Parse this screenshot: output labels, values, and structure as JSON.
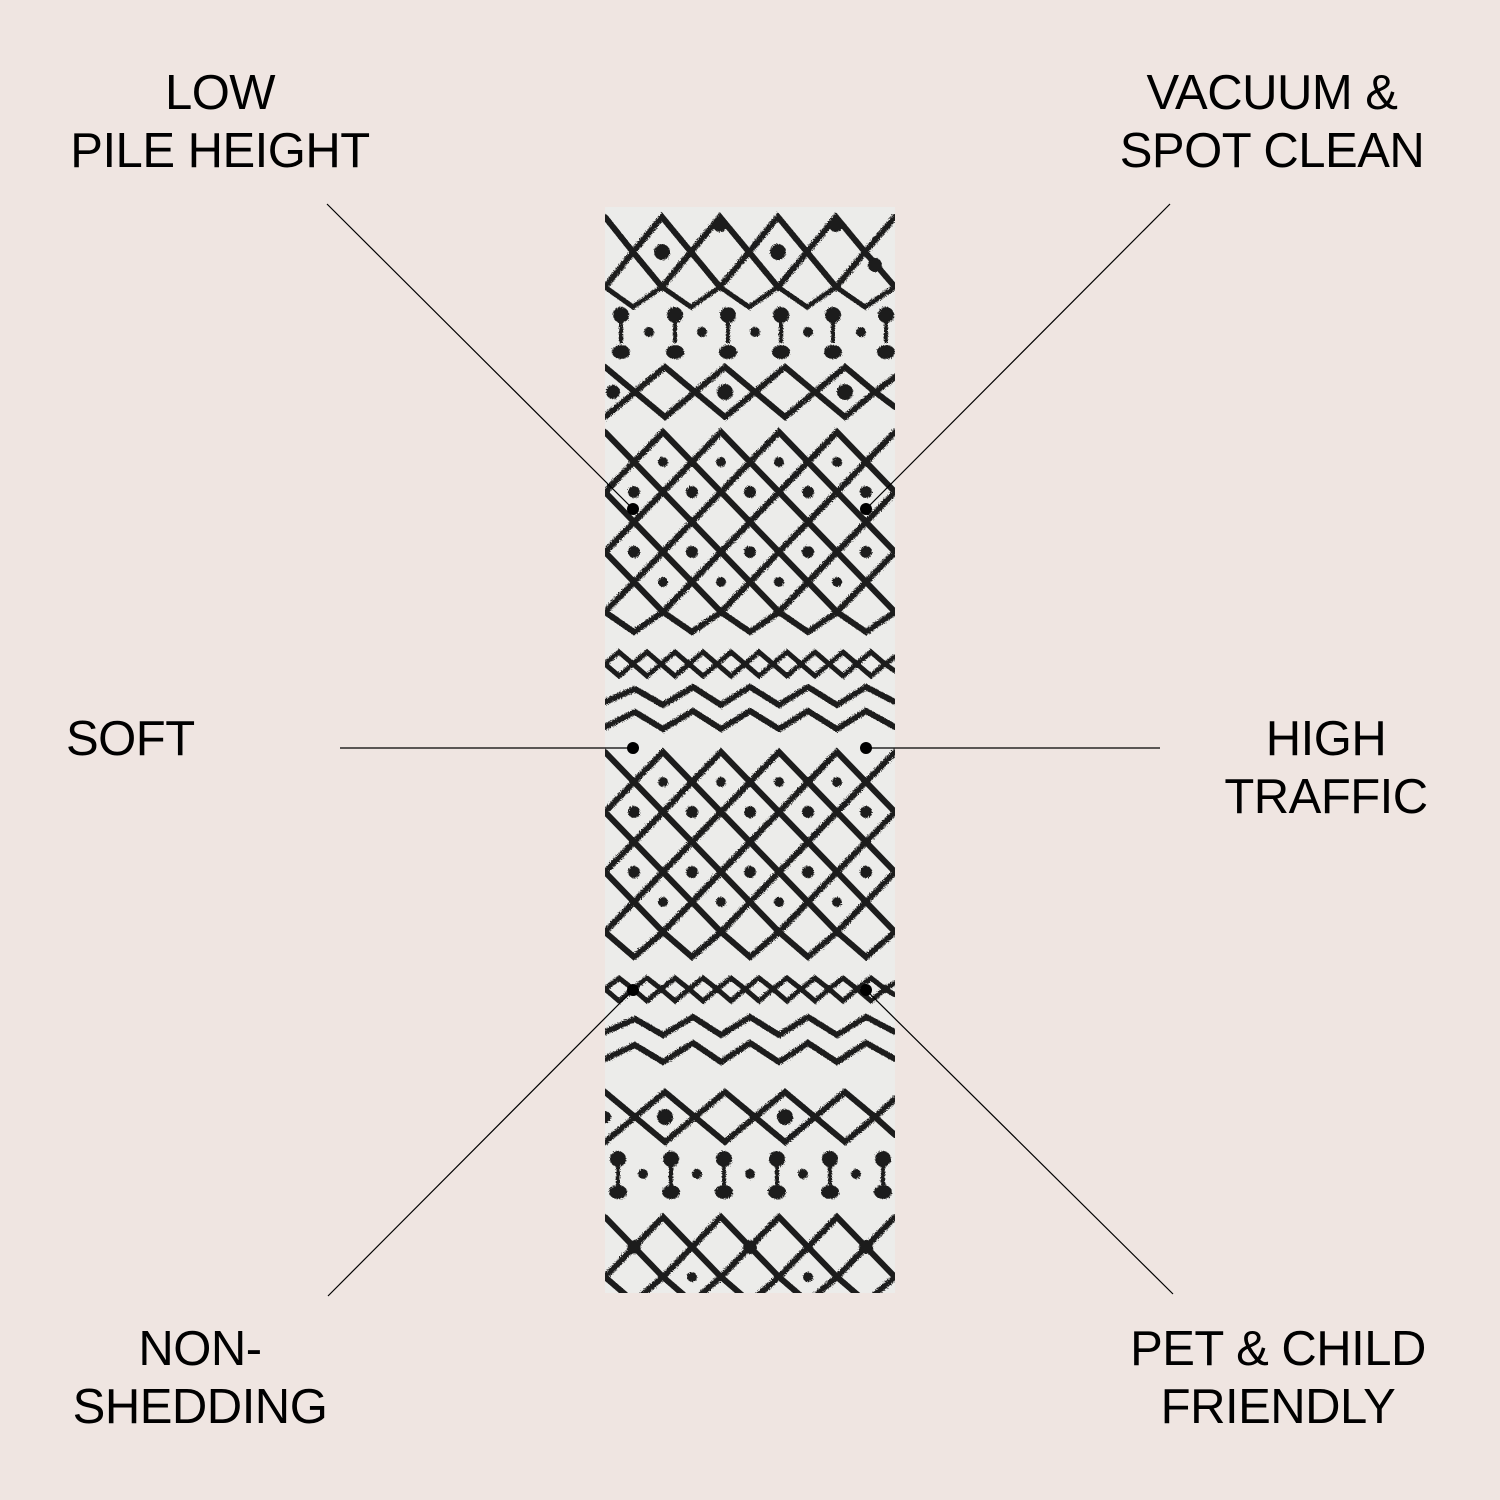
{
  "infographic": {
    "background_color": "#efe5e1",
    "product": {
      "type": "runner rug",
      "pattern": "black and ivory Moroccan trellis / diamond and zigzag",
      "colors": {
        "base": "#ececea",
        "pattern": "#1a1a1a"
      }
    },
    "features": [
      {
        "id": "low-pile",
        "lines": [
          "LOW",
          "PILE HEIGHT"
        ],
        "position": "top-left"
      },
      {
        "id": "vacuum",
        "lines": [
          "VACUUM &",
          "SPOT CLEAN"
        ],
        "position": "top-right"
      },
      {
        "id": "soft",
        "lines": [
          "SOFT"
        ],
        "position": "middle-left"
      },
      {
        "id": "high-traffic",
        "lines": [
          "HIGH",
          "TRAFFIC"
        ],
        "position": "middle-right"
      },
      {
        "id": "non-shedding",
        "lines": [
          "NON-",
          "SHEDDING"
        ],
        "position": "bottom-left"
      },
      {
        "id": "pet-child",
        "lines": [
          "PET & CHILD",
          "FRIENDLY"
        ],
        "position": "bottom-right"
      }
    ],
    "callout_color": "#000000"
  }
}
